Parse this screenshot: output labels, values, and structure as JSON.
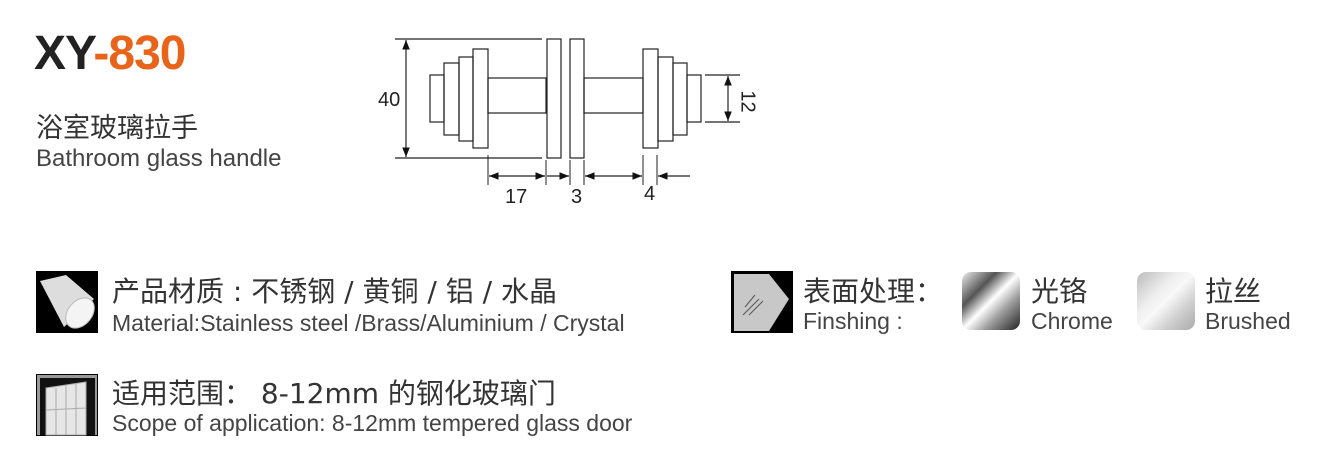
{
  "header": {
    "model_prefix": "XY",
    "model_code": "-830",
    "name_cn": "浴室玻璃拉手",
    "name_en": "Bathroom glass handle"
  },
  "diagram": {
    "dims": {
      "height": "40",
      "knob": "12",
      "shaft": "17",
      "glass": "3",
      "plate": "4"
    }
  },
  "material": {
    "label_cn": "产品材质 : 不锈钢 / 黄铜 / 铝 / 水晶",
    "label_en": "Material:Stainless steel /Brass/Aluminium / Crystal"
  },
  "finishing": {
    "label_cn": "表面处理：",
    "label_en": "Finshing :",
    "options": [
      {
        "cn": "光铬",
        "en": "Chrome"
      },
      {
        "cn": "拉丝",
        "en": "Brushed"
      }
    ]
  },
  "scope": {
    "label_cn": "适用范围： 8-12mm 的钢化玻璃门",
    "label_en": "Scope of application: 8-12mm tempered glass door"
  },
  "colors": {
    "accent": "#e8641b"
  }
}
